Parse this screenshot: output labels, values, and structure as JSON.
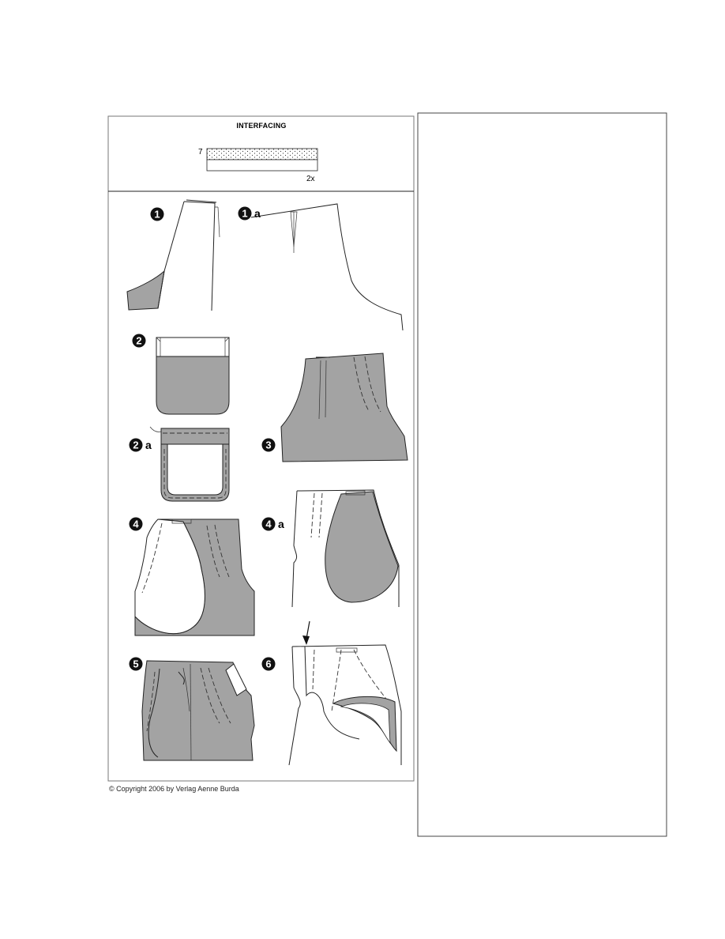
{
  "interfacing": {
    "title": "INTERFACING",
    "height_label": "7",
    "count_label": "2x"
  },
  "steps": [
    {
      "number": "1",
      "suffix": ""
    },
    {
      "number": "1",
      "suffix": "a"
    },
    {
      "number": "2",
      "suffix": ""
    },
    {
      "number": "2",
      "suffix": "a"
    },
    {
      "number": "3",
      "suffix": ""
    },
    {
      "number": "4",
      "suffix": ""
    },
    {
      "number": "4",
      "suffix": "a"
    },
    {
      "number": "5",
      "suffix": ""
    },
    {
      "number": "6",
      "suffix": ""
    }
  ],
  "copyright": "© Copyright 2006 by Verlag Aenne Burda",
  "colors": {
    "fabric": "#a3a3a3",
    "line": "#222222",
    "background": "#ffffff"
  }
}
